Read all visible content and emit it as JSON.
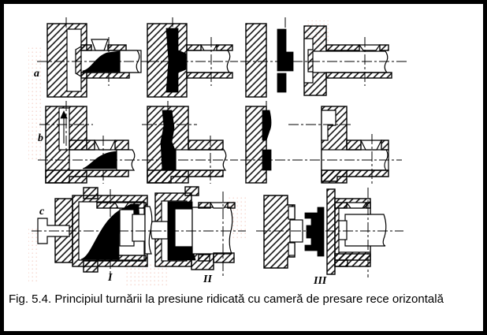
{
  "figure": {
    "caption": "Fig. 5.4. Principiul turnării la presiune ridicată cu cameră de presare rece orizontală",
    "rows": [
      {
        "label": "a"
      },
      {
        "label": "b"
      },
      {
        "label": "c"
      }
    ],
    "stages": [
      {
        "label": "I"
      },
      {
        "label": "II"
      },
      {
        "label": "III"
      }
    ],
    "colors": {
      "ink": "#000000",
      "paper": "#ffffff",
      "artifact_pink": "#eeb4a6"
    }
  }
}
